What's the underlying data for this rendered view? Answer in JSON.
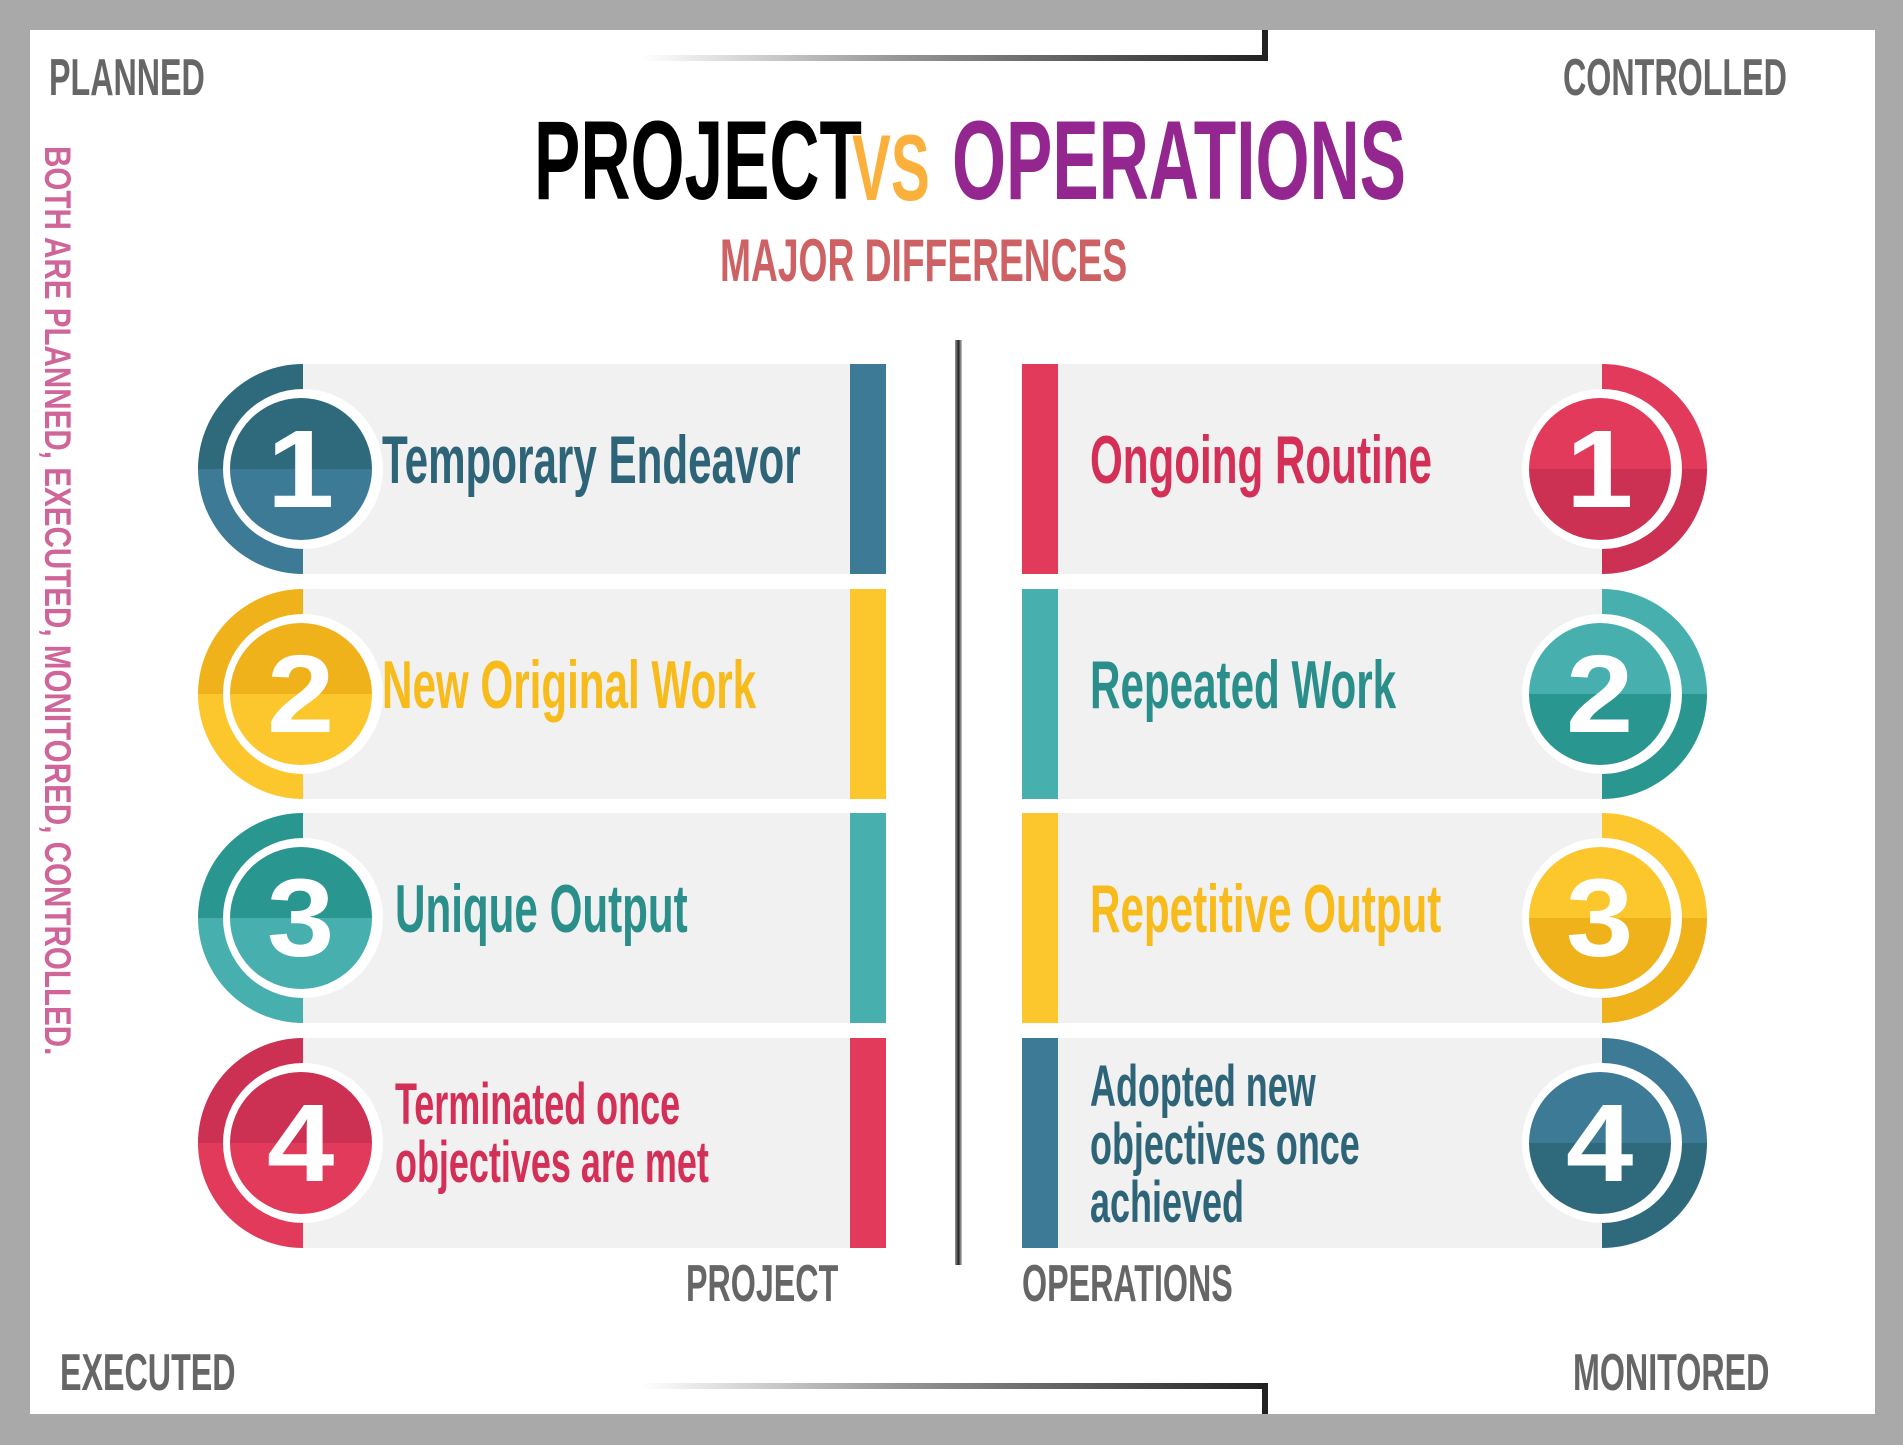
{
  "corners": {
    "top_left": "PLANNED",
    "top_right": "CONTROLLED",
    "bottom_left": "EXECUTED",
    "bottom_right": "MONITORED"
  },
  "title": {
    "left": "PROJECT",
    "middle": "VS",
    "right": "OPERATIONS",
    "subtitle": "MAJOR DIFFERENCES"
  },
  "side_note": "BOTH ARE PLANNED, EXECUTED, MONITORED, CONTROLLED.",
  "colors": {
    "title_left": "#000000",
    "title_vs": "#fbb03b",
    "title_right": "#93278f",
    "subtitle": "#cd6163",
    "blue": "#3d7a96",
    "yellow": "#fcc72c",
    "teal": "#47b0ae",
    "red": "#e23a5a"
  },
  "project": {
    "label": "PROJECT",
    "items": [
      {
        "number": "1",
        "text": "Temporary Endeavor",
        "color": "blue"
      },
      {
        "number": "2",
        "text": "New Original Work",
        "color": "yellow"
      },
      {
        "number": "3",
        "text": "Unique Output",
        "color": "teal"
      },
      {
        "number": "4",
        "text": "Terminated once objectives are met",
        "color": "red"
      }
    ]
  },
  "operations": {
    "label": "OPERATIONS",
    "items": [
      {
        "number": "1",
        "text": "Ongoing Routine",
        "color": "red"
      },
      {
        "number": "2",
        "text": "Repeated Work",
        "color": "teal"
      },
      {
        "number": "3",
        "text": "Repetitive Output",
        "color": "yellow"
      },
      {
        "number": "4",
        "text": "Adopted new objectives once achieved",
        "color": "blue"
      }
    ]
  }
}
